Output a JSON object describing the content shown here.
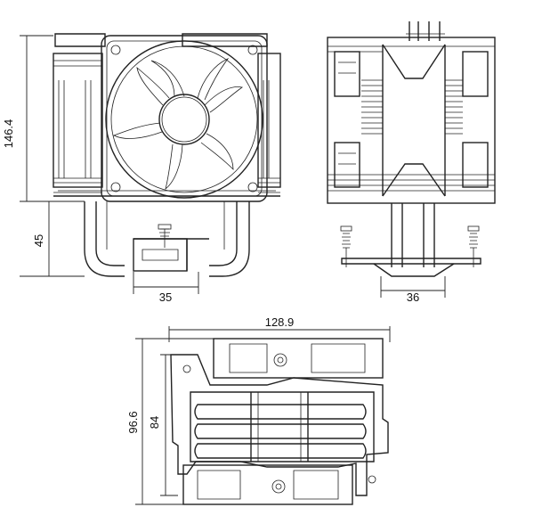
{
  "dimensions": {
    "front_total_height": "146.4",
    "front_base_height": "45",
    "front_base_width": "35",
    "side_base_width": "36",
    "top_total_width": "128.9",
    "top_total_depth": "96.6",
    "top_inner_depth": "84"
  }
}
